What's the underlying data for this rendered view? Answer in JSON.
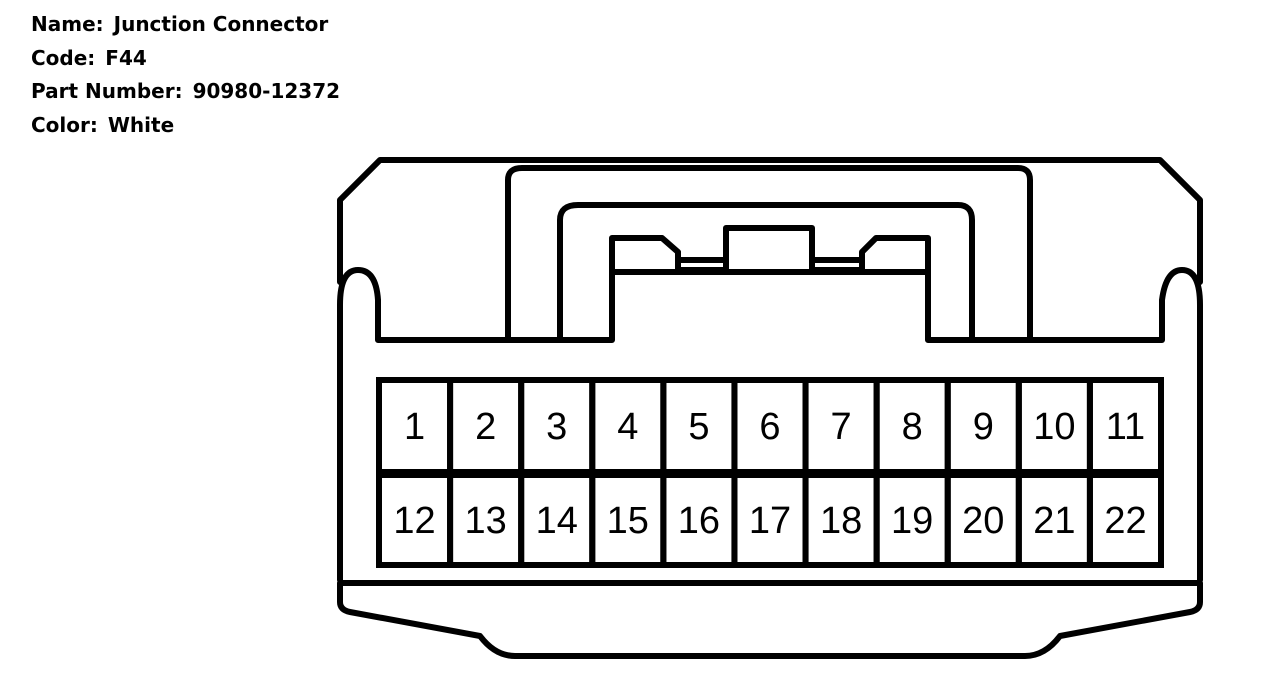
{
  "connector": {
    "name_label": "Name:",
    "name_value": "Junction Connector",
    "code_label": "Code:",
    "code_value": "F44",
    "part_label": "Part Number:",
    "part_value": "90980-12372",
    "color_label": "Color:",
    "color_value": "White"
  },
  "pins": {
    "top_row": [
      "1",
      "2",
      "3",
      "4",
      "5",
      "6",
      "7",
      "8",
      "9",
      "10",
      "11"
    ],
    "bottom_row": [
      "12",
      "13",
      "14",
      "15",
      "16",
      "17",
      "18",
      "19",
      "20",
      "21",
      "22"
    ]
  },
  "colors": {
    "line": "#000000",
    "background": "#ffffff"
  }
}
